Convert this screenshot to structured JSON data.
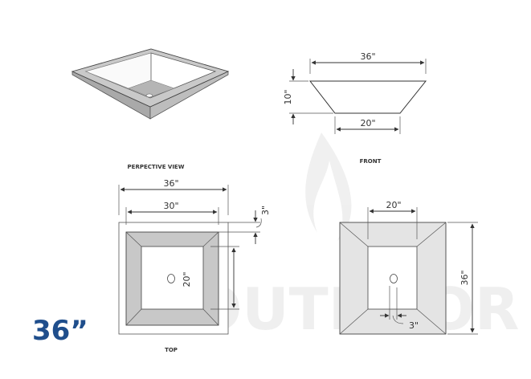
{
  "views": {
    "perspective": {
      "caption": "PERPECTIVE VIEW"
    },
    "front": {
      "caption": "FRONT",
      "top_width": "36\"",
      "height": "10\"",
      "bottom_width": "20\""
    },
    "top": {
      "caption": "TOP",
      "outer_width": "36\"",
      "inner_width": "30\"",
      "rim": "3\"",
      "basin_depth_side": "20\""
    },
    "side": {
      "width": "20\"",
      "height": "36\"",
      "drain_offset": "3\""
    }
  },
  "size_label": "36”",
  "watermark": "THE OUTDOOR",
  "colors": {
    "size_label": "#1f4e8c",
    "basin_fill": "#c8c8c8",
    "side_fill": "#e4e4e4"
  }
}
